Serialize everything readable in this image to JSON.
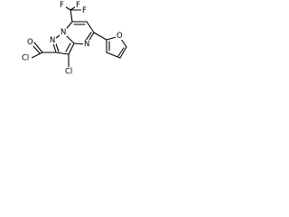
{
  "diagram": {
    "type": "chemical-structure",
    "atoms": {
      "cf3_f_top": "F",
      "cf3_f_left": "F",
      "cf3_f_right": "F",
      "n1": "N",
      "n2": "N",
      "n3": "N",
      "acyl_cl": "Cl",
      "acyl_o": "O",
      "ring_cl": "Cl",
      "furan_o": "O"
    }
  }
}
